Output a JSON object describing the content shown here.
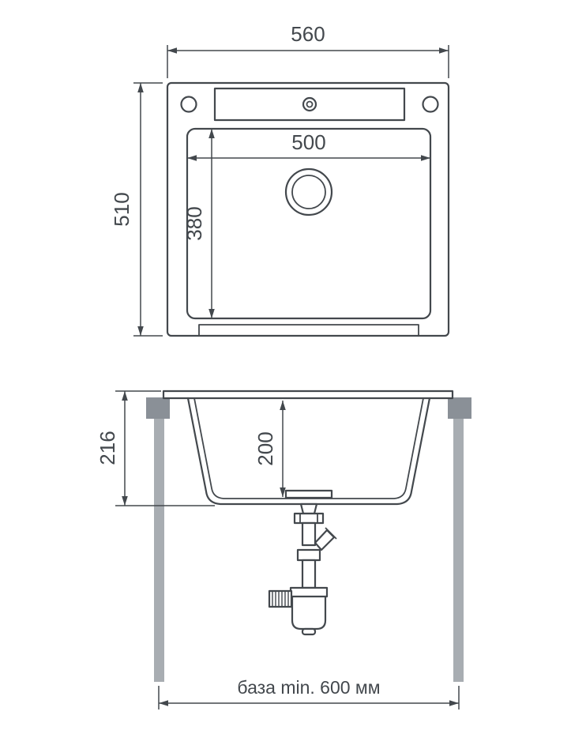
{
  "labels": {
    "top_view": {
      "overall_width": "560",
      "overall_depth": "510",
      "bowl_width": "500",
      "bowl_depth": "380"
    },
    "front_view": {
      "overall_height": "216",
      "bowl_depth": "200",
      "base_min": "база min. 600 мм"
    }
  },
  "colors": {
    "line": "#43484d",
    "text": "#43484d",
    "leg": "#a8adb2",
    "leg_cap": "#8a9097",
    "background": "#ffffff"
  }
}
